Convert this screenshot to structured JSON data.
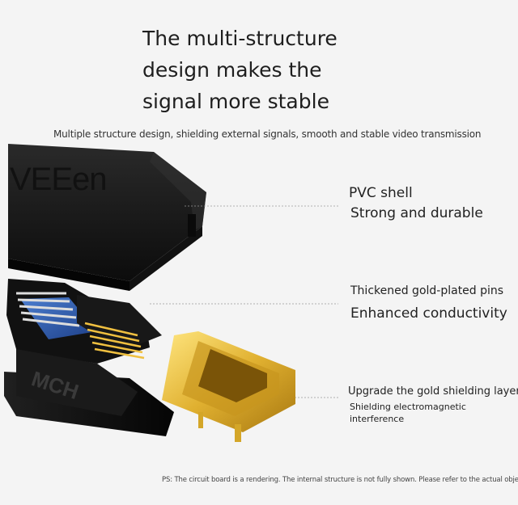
{
  "headline": [
    "The multi-structure",
    "design makes the",
    "signal more stable"
  ],
  "subheadline": "Multiple structure design, shielding external signals, smooth and stable video transmission",
  "brand_watermark": "VEEen",
  "callouts": {
    "pvc_title": "PVC shell",
    "pvc_desc": "Strong and durable",
    "pins_title": "Thickened gold-plated pins",
    "pins_desc": "Enhanced conductivity",
    "shield_title": "Upgrade the gold shielding layer",
    "shield_desc_line1": "Shielding electromagnetic",
    "shield_desc_line2": "interference"
  },
  "logo_text": "MCH",
  "footnote": "PS: The circuit board is a rendering. The internal structure is not fully shown. Please refer to the actual object",
  "colors": {
    "background": "#f4f4f4",
    "shell": "#151515",
    "gold": "#e0b030",
    "pcb": "#2f5fb0"
  }
}
